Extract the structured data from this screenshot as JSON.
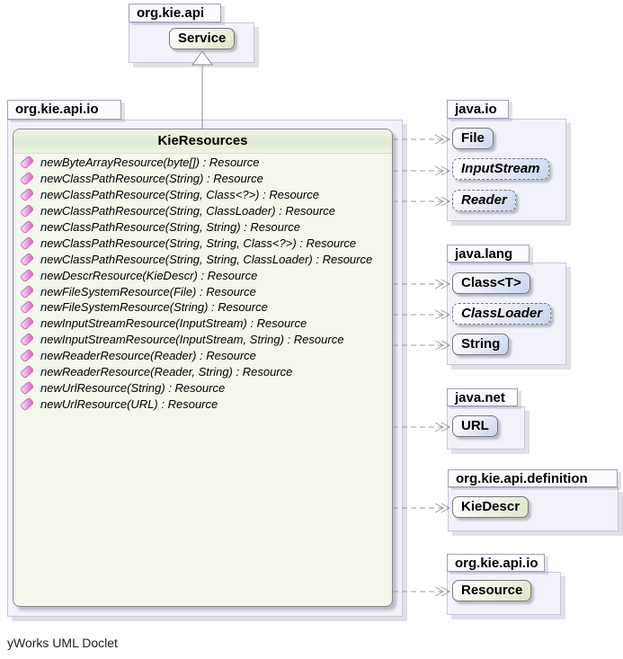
{
  "footer_label": "yWorks UML Doclet",
  "colors": {
    "project_class_fill": "#d7e8c4",
    "external_class_fill": "#c7d5ee",
    "package_fill": "#f1f3fb",
    "method_icon_pink": "#db5cd1",
    "edge_gray": "#9aa0a6"
  },
  "top_package": {
    "name": "org.kie.api",
    "class": "Service"
  },
  "main_package": {
    "name": "org.kie.api.io",
    "class_title": "KieResources",
    "methods": [
      "newByteArrayResource(byte[]) : Resource",
      "newClassPathResource(String) : Resource",
      "newClassPathResource(String, Class<?>) : Resource",
      "newClassPathResource(String, ClassLoader) : Resource",
      "newClassPathResource(String, String) : Resource",
      "newClassPathResource(String, String, Class<?>) : Resource",
      "newClassPathResource(String, String, ClassLoader) : Resource",
      "newDescrResource(KieDescr) : Resource",
      "newFileSystemResource(File) : Resource",
      "newFileSystemResource(String) : Resource",
      "newInputStreamResource(InputStream) : Resource",
      "newInputStreamResource(InputStream, String) : Resource",
      "newReaderResource(Reader) : Resource",
      "newReaderResource(Reader, String) : Resource",
      "newUrlResource(String) : Resource",
      "newUrlResource(URL) : Resource"
    ]
  },
  "right_packages": [
    {
      "name": "java.io",
      "classes": [
        "File",
        "InputStream",
        "Reader"
      ]
    },
    {
      "name": "java.lang",
      "classes": [
        "Class<T>",
        "ClassLoader",
        "String"
      ]
    },
    {
      "name": "java.net",
      "classes": [
        "URL"
      ]
    },
    {
      "name": "org.kie.api.definition",
      "classes": [
        "KieDescr"
      ]
    },
    {
      "name": "org.kie.api.io",
      "classes": [
        "Resource"
      ]
    }
  ]
}
